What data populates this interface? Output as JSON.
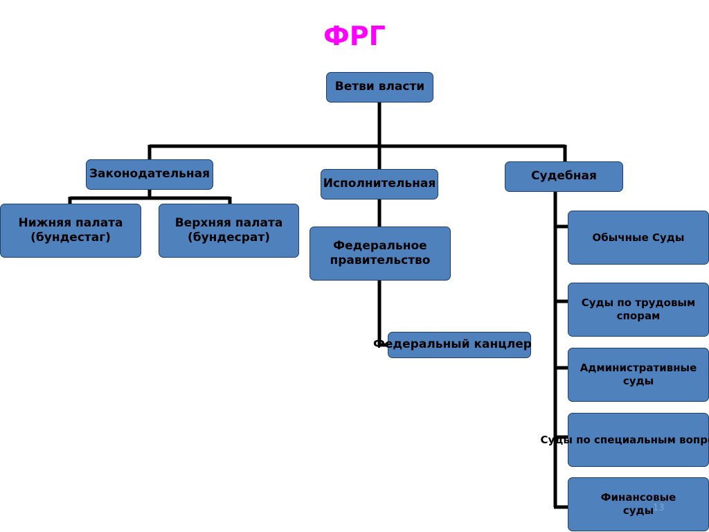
{
  "title": "ФРГ",
  "nodes": {
    "root": "Ветви власти",
    "legislative": "Законодательная",
    "executive": "Исполнительная",
    "judicial": "Судебная",
    "lower_house": "Нижняя палата\n(бундестаг)",
    "upper_house": "Верхняя палата\n(бундесрат)",
    "government": "Федеральное\nправительство",
    "chancellor": "Федеральный канцлер",
    "courts": [
      "Обычные  Суды",
      "Суды по трудовым\nспорам",
      "Административные\nсуды",
      "Суды по специальным\nвопросам",
      "Финансовые\nсуды"
    ]
  },
  "page_number": "13",
  "colors": {
    "box_fill": "#4f81bd",
    "title": "#ff00ff",
    "connector": "#000000"
  }
}
